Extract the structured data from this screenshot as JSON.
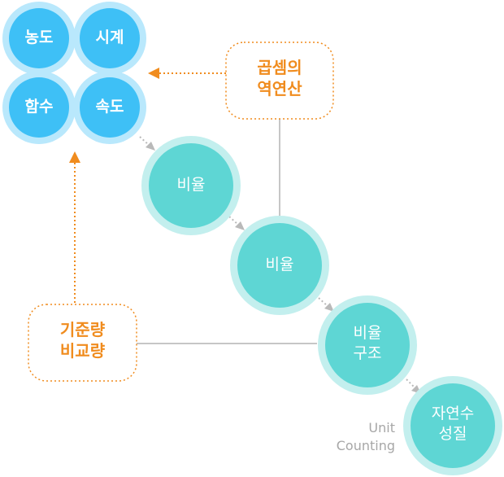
{
  "colors": {
    "blue_fill": "#3ec0f6",
    "blue_ring": "#b9e8fc",
    "teal_fill": "#5ed6d4",
    "teal_ring": "#c3efee",
    "orange": "#f08c1e",
    "gray_line": "#b3b3b3",
    "note_text": "#a7a7a7"
  },
  "cluster": {
    "top_left": "농도",
    "top_right": "시계",
    "bottom_left": "함수",
    "bottom_right": "속도"
  },
  "chain": [
    {
      "lines": [
        "비율"
      ]
    },
    {
      "lines": [
        "비율"
      ]
    },
    {
      "lines": [
        "비율",
        "구조"
      ]
    },
    {
      "lines": [
        "자연수",
        "성질"
      ]
    }
  ],
  "boxes": {
    "top": {
      "lines": [
        "곱셈의",
        "역연산"
      ]
    },
    "left": {
      "lines": [
        "기준량",
        "비교량"
      ]
    }
  },
  "note": {
    "lines": [
      "Unit",
      "Counting"
    ]
  }
}
